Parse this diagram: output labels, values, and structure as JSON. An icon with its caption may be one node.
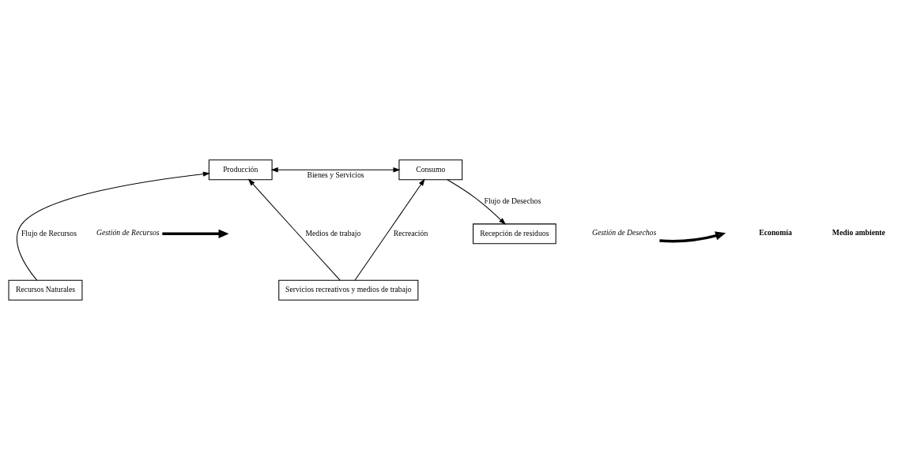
{
  "diagram": {
    "nodes": [
      {
        "text": [
          "Producción"
        ]
      },
      {
        "text": [
          "Consumo"
        ]
      },
      {
        "text": [
          "Recursos Naturales"
        ]
      },
      {
        "text": [
          "Servicios recreativos y medios de trabajo"
        ]
      },
      {
        "text": [
          "Recepción de residuos"
        ]
      },
      {
        "text": [
          "Gestión de Recursos"
        ]
      },
      {
        "text": [
          "Gestión de Desechos"
        ]
      }
    ],
    "edges": [
      {
        "from": 0,
        "to": 1,
        "arrow": "both",
        "label": "Bienes y Servicios"
      },
      {
        "from": 2,
        "to": 0,
        "arrow": "to",
        "label": "Flujo de Recursos"
      },
      {
        "from": 3,
        "to": 0,
        "arrow": "to",
        "label": "Medios de trabajo"
      },
      {
        "from": 3,
        "to": 1,
        "arrow": "to",
        "label": "Recreación"
      },
      {
        "from": 1,
        "to": 4,
        "arrow": "to",
        "label": "Flujo de Desechos"
      },
      {
        "from": 5,
        "to": null,
        "arrow": "to",
        "style": "thick"
      },
      {
        "from": 6,
        "to": null,
        "arrow": "to",
        "style": "thick"
      }
    ],
    "labels": [
      "Economía",
      "Medio ambiente"
    ]
  }
}
